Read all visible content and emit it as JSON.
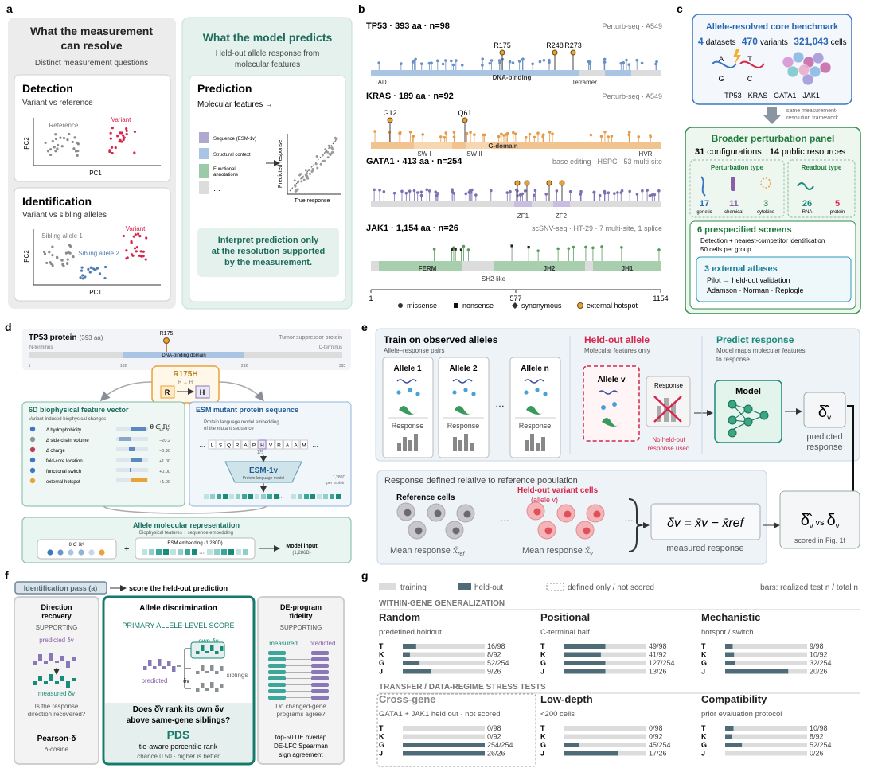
{
  "panel_letters": {
    "a": "a",
    "b": "b",
    "c": "c",
    "d": "d",
    "e": "e",
    "f": "f",
    "g": "g"
  },
  "colors": {
    "teal": "#1a8a7a",
    "dark_teal": "#166a5e",
    "red": "#d6264b",
    "purple": "#8a78b6",
    "orange": "#e9a23b",
    "blue_fill": "#a9c5e3",
    "green_fill": "#9cc9a8",
    "grey_bar": "#dcdcdc",
    "heldout_bar": "#4f6b78"
  },
  "a": {
    "left_title": "What the measurement can resolve",
    "left_subtitle": "Distinct measurement questions",
    "detection_title": "Detection",
    "detection_sub": "Variant vs reference",
    "reference_label": "Reference",
    "variant_label": "Variant",
    "pc1": "PC1",
    "pc2": "PC2",
    "identification_title": "Identification",
    "identification_sub": "Variant vs sibling alleles",
    "sibling1": "Sibling allele 1",
    "sibling2": "Sibling allele 2",
    "right_title": "What the model predicts",
    "right_subtitle": "Held-out allele response from molecular features",
    "prediction_title": "Prediction",
    "prediction_sub": "Molecular features →",
    "features": [
      "Sequence (ESM-1v)",
      "Structural context",
      "Functional annotations",
      "…"
    ],
    "pred_axis_y": "Predicted response",
    "pred_axis_x": "True response",
    "interpret": "Interpret prediction only at the resolution supported by the measurement."
  },
  "b": {
    "genes": [
      {
        "title": "TP53 · 393 aa · n=98",
        "meta": "Perturb-seq · A549",
        "domains": [
          "TAD",
          "DNA-binding",
          "Tetramer."
        ],
        "hotspots": [
          "R175",
          "R248",
          "R273"
        ]
      },
      {
        "title": "KRAS · 189 aa · n=92",
        "meta": "Perturb-seq · A549",
        "domains": [
          "SW I",
          "SW II",
          "G-domain",
          "HVR"
        ],
        "hotspots": [
          "G12",
          "Q61"
        ]
      },
      {
        "title": "GATA1 · 413 aa · n=254",
        "meta": "base editing · HSPC · 53 multi-site",
        "domains": [
          "ZF1",
          "ZF2"
        ]
      },
      {
        "title": "JAK1 · 1,154 aa · n=26",
        "meta": "scSNV-seq · HT-29 · 7 multi-site, 1 splice",
        "domains": [
          "FERM",
          "SH2-like",
          "JH2",
          "JH1"
        ]
      }
    ],
    "axis_ticks": [
      "1",
      "577",
      "1154"
    ],
    "legend": [
      "missense",
      "nonsense",
      "synonymous",
      "external hotspot"
    ]
  },
  "c": {
    "title": "Allele-resolved core benchmark",
    "n_datasets": "4",
    "lbl_datasets": "datasets",
    "n_variants": "470",
    "lbl_variants": "variants",
    "n_cells": "321,043",
    "lbl_cells": "cells",
    "genes": "TP53 · KRAS · GATA1 · JAK1",
    "dna_letters": [
      "A",
      "T",
      "G",
      "C"
    ],
    "framework_note": "same measurement-resolution framework",
    "broader_title": "Broader perturbation panel",
    "n_config": "31",
    "lbl_config": "configurations",
    "n_resources": "14",
    "lbl_resources": "public resources",
    "ptype_title": "Perturbation type",
    "ptype": [
      {
        "n": "17",
        "label": "genetic"
      },
      {
        "n": "11",
        "label": "chemical"
      },
      {
        "n": "3",
        "label": "cytokine"
      }
    ],
    "rtype_title": "Readout type",
    "rtype": [
      {
        "n": "26",
        "label": "RNA"
      },
      {
        "n": "5",
        "label": "protein"
      }
    ],
    "screens_title": "6 prespecified screens",
    "screens_text": "Detection + nearest-competitor identification 50 cells per group",
    "atlases_title": "3 external atlases",
    "atlases_text": "Pilot → held-out validation",
    "atlases_names": "Adamson · Norman · Replogle"
  },
  "d": {
    "protein_title": "TP53 protein",
    "protein_len": "(393 aa)",
    "tumor_label": "Tumor suppressor protein",
    "n_term": "N-terminus",
    "c_term": "C-terminus",
    "domain": "DNA-binding domain",
    "ticks": [
      "1",
      "102",
      "292",
      "393"
    ],
    "hotspot": "R175",
    "mutation": "R175H",
    "arrow": "R → H",
    "from": "R",
    "to": "H",
    "bio_title": "6D biophysical feature vector",
    "bio_sub": "Variant-induced biophysical changes",
    "theta": "θ ∈ ℝ⁶",
    "bio_rows": [
      {
        "label": "Δ hydrophobicity",
        "val": "+1.30"
      },
      {
        "label": "Δ side-chain volume",
        "val": "−20.2"
      },
      {
        "label": "Δ charge",
        "val": "−0.90"
      },
      {
        "label": "fold-core location",
        "val": "+1.00"
      },
      {
        "label": "functional switch",
        "val": "+0.00"
      },
      {
        "label": "external hotspot",
        "val": "+1.00"
      }
    ],
    "esm_title": "ESM mutant protein sequence",
    "esm_sub": "Protein language model embedding of the mutant sequence",
    "seq": [
      "L",
      "S",
      "Q",
      "R",
      "A",
      "P",
      "H",
      "V",
      "R",
      "A",
      "A",
      "M"
    ],
    "seq_pos": "175",
    "esm_model": "ESM-1v",
    "esm_model_sub": "Protein language model",
    "esm_dim": "1,280D per protein",
    "rep_title": "Allele molecular representation",
    "rep_sub": "Biophysical features + sequence embedding",
    "rep_theta": "θ ∈ ℝ⁶",
    "rep_esm": "ESM embedding (1,280D)",
    "model_input": "Model input",
    "model_input_dim": "(1,286D)"
  },
  "e": {
    "train_title": "Train on observed alleles",
    "train_sub": "Allele–response pairs",
    "alleles": [
      "Allele 1",
      "Allele 2",
      "Allele n"
    ],
    "response": "Response",
    "heldout_title": "Held-out allele",
    "heldout_sub": "Molecular features only",
    "allele_v": "Allele v",
    "no_heldout": "No held-out response used",
    "predict_title": "Predict response",
    "predict_sub": "Model maps molecular features to response",
    "model": "Model",
    "predicted": "predicted response",
    "ref_title": "Response defined relative to reference population",
    "ref_cells": "Reference cells",
    "heldout_cells": "Held-out variant cells",
    "heldout_allele": "(allele v)",
    "mean_ref": "Mean response x̄ref",
    "mean_v": "Mean response x̄v",
    "formula": "δv = x̄v − x̄ref",
    "measured": "measured response",
    "vs": "vs",
    "scored": "scored in Fig. 1f"
  },
  "f": {
    "pass": "Identification pass (a)",
    "pass_note": "score the held-out prediction",
    "dir_title": "Direction recovery",
    "dir_role": "SUPPORTING",
    "dir_pred": "predicted δv",
    "dir_meas": "measured δv",
    "dir_q": "Is the response direction recovered?",
    "dir_metric": "Pearson-δ",
    "dir_metric2": "δ-cosine",
    "ad_title": "Allele discrimination",
    "ad_role": "PRIMARY ALLELE-LEVEL SCORE",
    "ad_own": "own δv",
    "ad_predicted": "predicted",
    "ad_siblings": "siblings",
    "ad_dv": "δv",
    "ad_q": "Does δ̂v rank its own δv above same-gene siblings?",
    "ad_metric": "PDS",
    "ad_metric_sub": "tie-aware percentile rank",
    "ad_chance": "chance 0.50 · higher is better",
    "de_title": "DE-program fidelity",
    "de_role": "SUPPORTING",
    "de_measured": "measured",
    "de_predicted": "predicted",
    "de_q": "Do changed-gene programs agree?",
    "de_metric": [
      "top-50 DE overlap",
      "DE-LFC Spearman",
      "sign agreement"
    ]
  },
  "g": {
    "legend": {
      "training": "training",
      "heldout": "held-out",
      "defined": "defined only / not scored",
      "bars": "bars: realized test n / total n"
    },
    "sec1": "WITHIN-GENE GENERALIZATION",
    "sec2": "TRANSFER / DATA-REGIME STRESS TESTS",
    "panels": [
      {
        "title": "Random",
        "sub": "predefined holdout",
        "rows": [
          {
            "k": "T",
            "t": "16/98",
            "n": 16,
            "d": 98
          },
          {
            "k": "K",
            "t": "8/92",
            "n": 8,
            "d": 92
          },
          {
            "k": "G",
            "t": "52/254",
            "n": 52,
            "d": 254
          },
          {
            "k": "J",
            "t": "9/26",
            "n": 9,
            "d": 26
          }
        ]
      },
      {
        "title": "Positional",
        "sub": "C-terminal half",
        "rows": [
          {
            "k": "T",
            "t": "49/98",
            "n": 49,
            "d": 98
          },
          {
            "k": "K",
            "t": "41/92",
            "n": 41,
            "d": 92
          },
          {
            "k": "G",
            "t": "127/254",
            "n": 127,
            "d": 254
          },
          {
            "k": "J",
            "t": "13/26",
            "n": 13,
            "d": 26
          }
        ]
      },
      {
        "title": "Mechanistic",
        "sub": "hotspot / switch",
        "rows": [
          {
            "k": "T",
            "t": "9/98",
            "n": 9,
            "d": 98
          },
          {
            "k": "K",
            "t": "10/92",
            "n": 10,
            "d": 92
          },
          {
            "k": "G",
            "t": "32/254",
            "n": 32,
            "d": 254
          },
          {
            "k": "J",
            "t": "20/26",
            "n": 20,
            "d": 26
          }
        ]
      },
      {
        "title": "Cross-gene",
        "sub": "GATA1 + JAK1 held out · not scored",
        "rows": [
          {
            "k": "T",
            "t": "0/98",
            "n": 0,
            "d": 98
          },
          {
            "k": "K",
            "t": "0/92",
            "n": 0,
            "d": 92
          },
          {
            "k": "G",
            "t": "254/254",
            "n": 254,
            "d": 254
          },
          {
            "k": "J",
            "t": "26/26",
            "n": 26,
            "d": 26
          }
        ]
      },
      {
        "title": "Low-depth",
        "sub": "<200 cells",
        "rows": [
          {
            "k": "T",
            "t": "0/98",
            "n": 0,
            "d": 98
          },
          {
            "k": "K",
            "t": "0/92",
            "n": 0,
            "d": 92
          },
          {
            "k": "G",
            "t": "45/254",
            "n": 45,
            "d": 254
          },
          {
            "k": "J",
            "t": "17/26",
            "n": 17,
            "d": 26
          }
        ]
      },
      {
        "title": "Compatibility",
        "sub": "prior evaluation protocol",
        "rows": [
          {
            "k": "T",
            "t": "10/98",
            "n": 10,
            "d": 98
          },
          {
            "k": "K",
            "t": "8/92",
            "n": 8,
            "d": 92
          },
          {
            "k": "G",
            "t": "52/254",
            "n": 52,
            "d": 254
          },
          {
            "k": "J",
            "t": "0/26",
            "n": 0,
            "d": 26
          }
        ]
      }
    ]
  }
}
